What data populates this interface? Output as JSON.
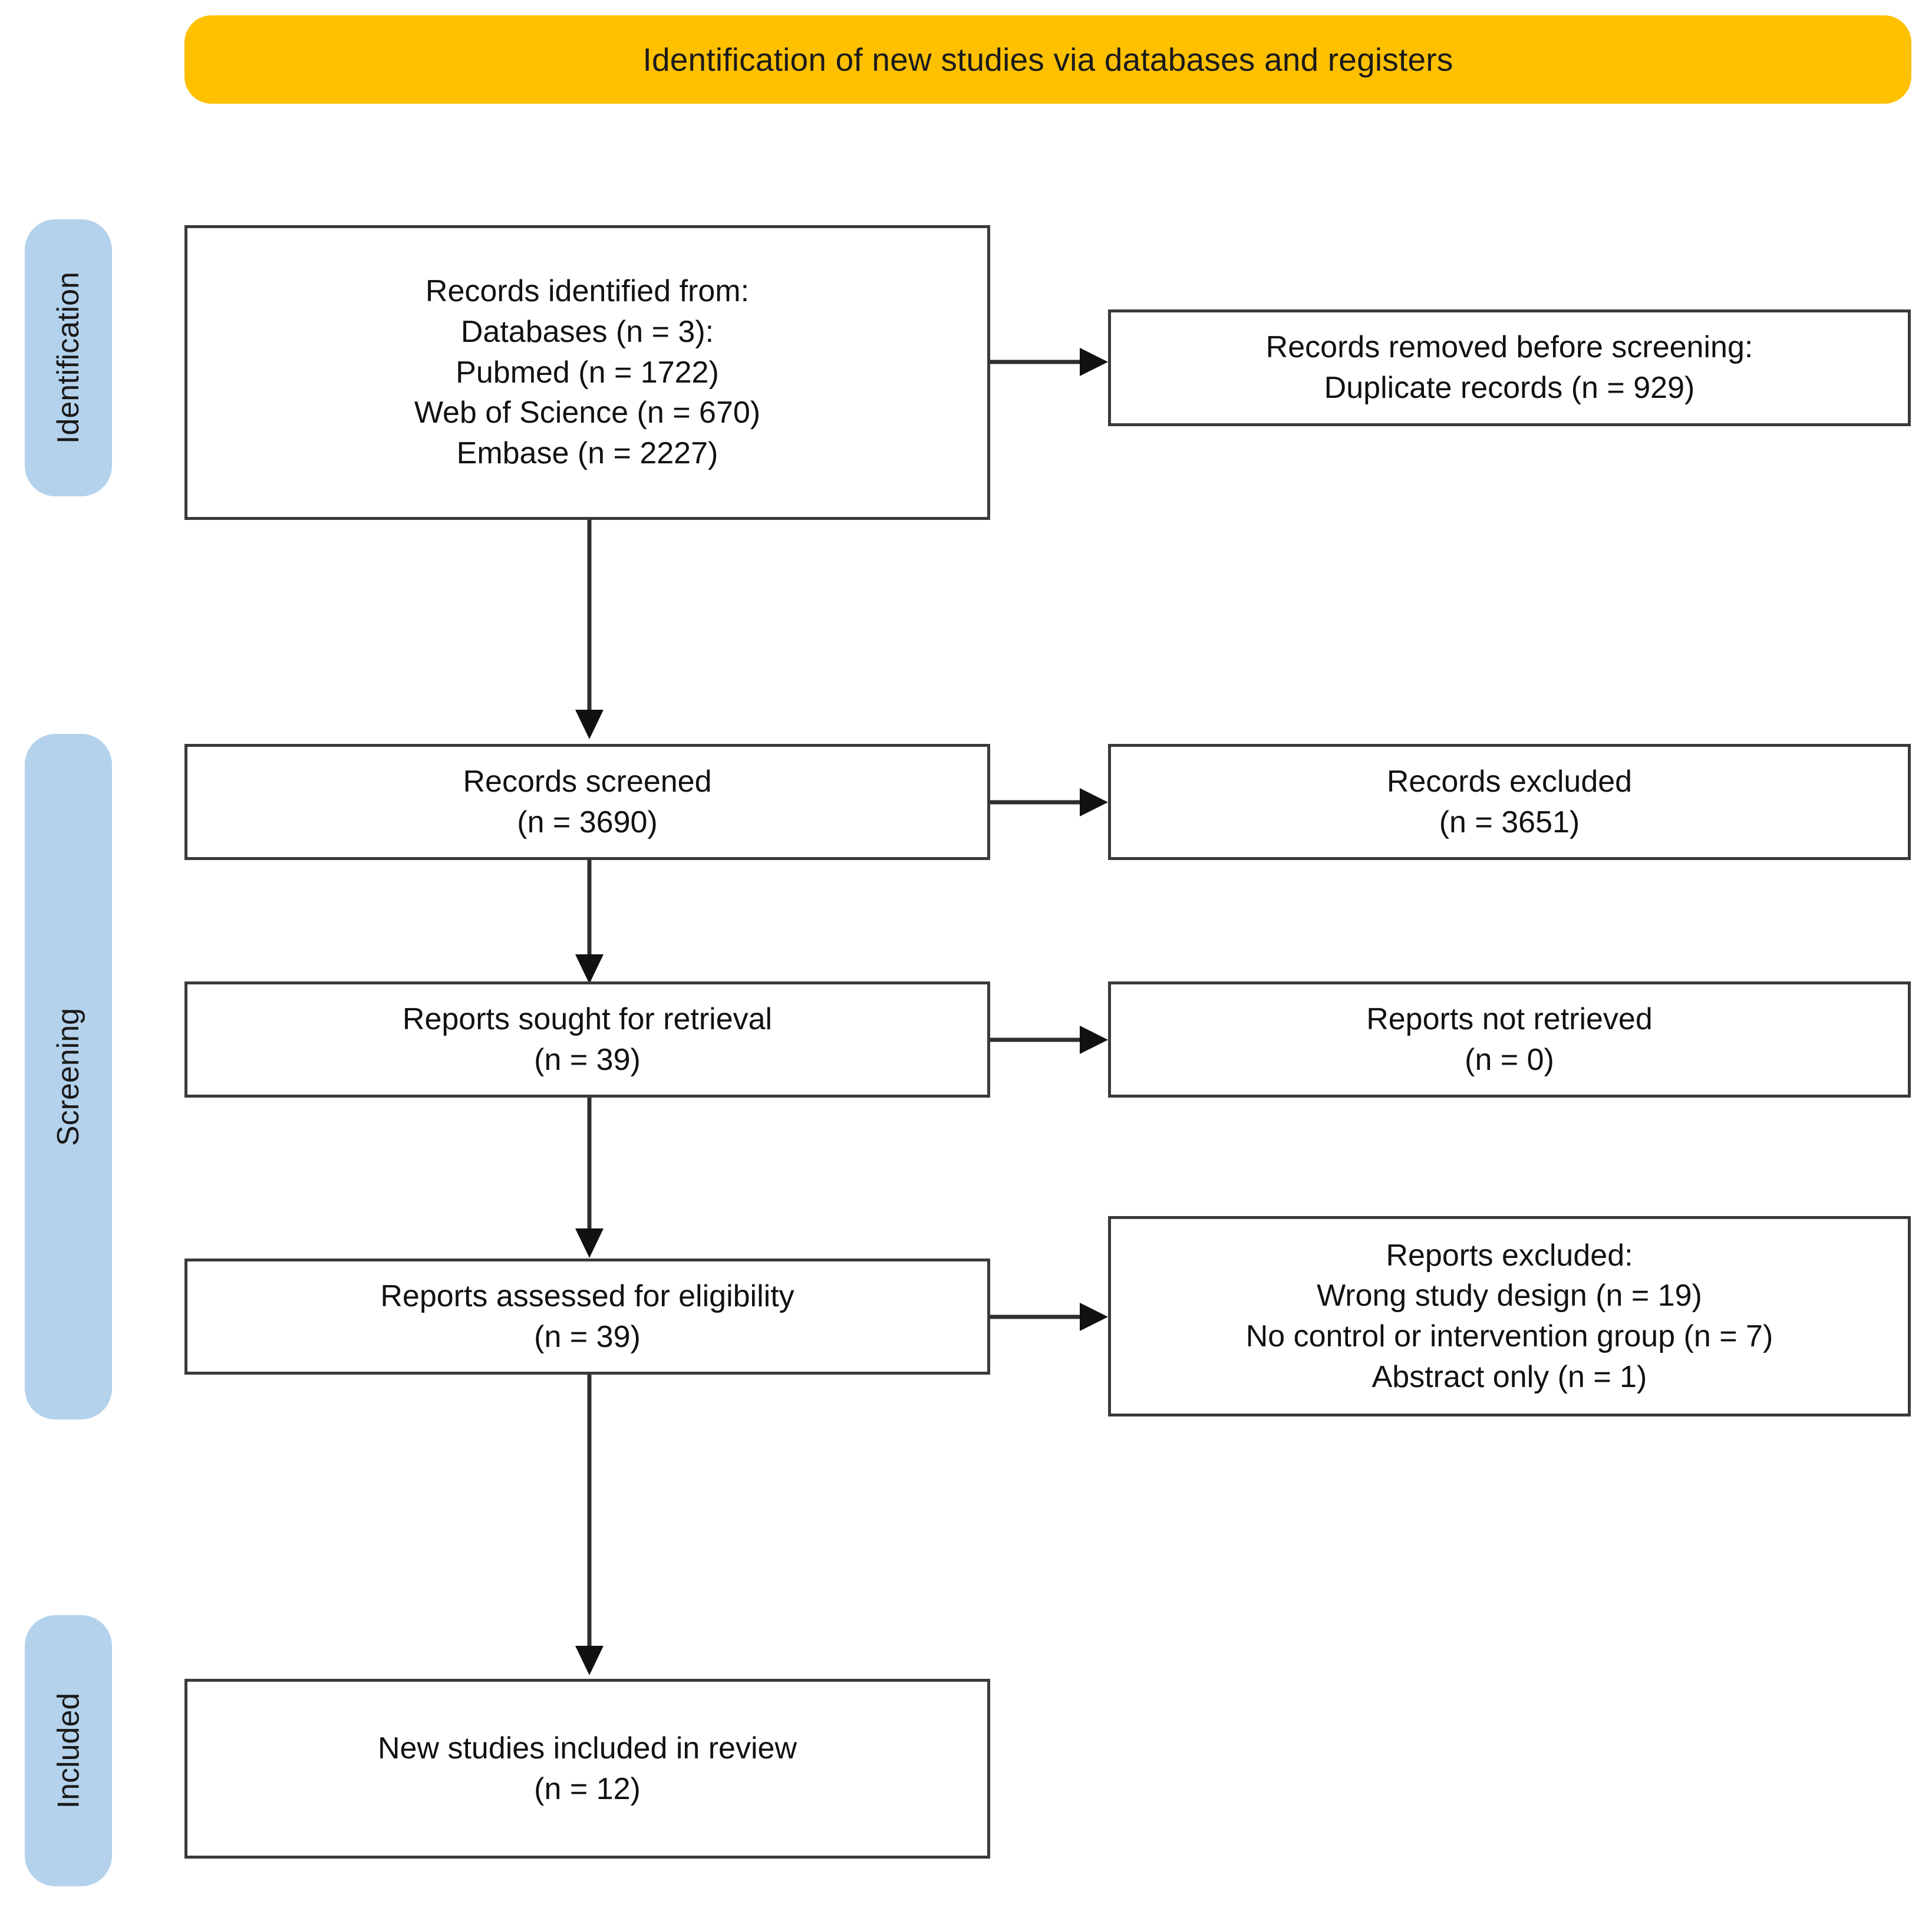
{
  "diagram": {
    "type": "prisma-flow-diagram",
    "title": "Identification of new studies via databases and registers"
  },
  "banner": {
    "label": "Identification of new studies via databases and registers",
    "color": "#FFC000"
  },
  "stages": [
    {
      "id": "identification",
      "label": "Identification",
      "color": "#B4D2EC"
    },
    {
      "id": "screening",
      "label": "Screening",
      "color": "#B4D2EC"
    },
    {
      "id": "included",
      "label": "Included",
      "color": "#B4D2EC"
    }
  ],
  "boxes": {
    "records_identified": {
      "text": "Records identified from:\nDatabases (n = 3):\nPubmed (n = 1722)\nWeb of Science (n = 670)\nEmbase (n = 2227)",
      "lines": [
        "Records identified from:",
        "Databases (n = 3):",
        "Pubmed (n = 1722)",
        "Web of Science (n = 670)",
        "Embase (n = 2227)"
      ],
      "counts": {
        "databases": 3,
        "pubmed": 1722,
        "web_of_science": 670,
        "embase": 2227
      }
    },
    "records_removed": {
      "text": "Records removed before screening:\nDuplicate records (n = 929)",
      "lines": [
        "Records removed before screening:",
        "Duplicate records (n = 929)"
      ],
      "counts": {
        "duplicate_records": 929
      }
    },
    "records_screened": {
      "text": "Records screened\n(n = 3690)",
      "lines": [
        "Records screened",
        "(n = 3690)"
      ],
      "counts": {
        "n": 3690
      }
    },
    "records_excluded": {
      "text": "Records excluded\n(n = 3651)",
      "lines": [
        "Records excluded",
        "(n = 3651)"
      ],
      "counts": {
        "n": 3651
      }
    },
    "reports_sought": {
      "text": "Reports sought for retrieval\n(n = 39)",
      "lines": [
        "Reports sought for retrieval",
        "(n = 39)"
      ],
      "counts": {
        "n": 39
      }
    },
    "reports_not_retrieved": {
      "text": "Reports not retrieved\n(n = 0)",
      "lines": [
        "Reports not retrieved",
        "(n = 0)"
      ],
      "counts": {
        "n": 0
      }
    },
    "reports_assessed": {
      "text": "Reports assessed for eligibility\n(n = 39)",
      "lines": [
        "Reports assessed for eligibility",
        "(n = 39)"
      ],
      "counts": {
        "n": 39
      }
    },
    "reports_excluded": {
      "text": "Reports excluded:\nWrong study design (n = 19)\nNo control or intervention group (n = 7)\nAbstract only (n = 1)",
      "lines": [
        "Reports excluded:",
        "Wrong study design (n = 19)",
        "No control or intervention group (n = 7)",
        "Abstract only (n = 1)"
      ],
      "counts": {
        "wrong_study_design": 19,
        "no_control_or_intervention_group": 7,
        "abstract_only": 1
      }
    },
    "studies_included": {
      "text": "New studies included in review\n(n = 12)",
      "lines": [
        "New studies included in review",
        "(n = 12)"
      ],
      "counts": {
        "n": 12
      }
    }
  },
  "connectors": [
    {
      "id": "identified-to-removed",
      "from": "records_identified",
      "to": "records_removed",
      "direction": "horizontal"
    },
    {
      "id": "identified-to-screened",
      "from": "records_identified",
      "to": "records_screened",
      "direction": "vertical"
    },
    {
      "id": "screened-to-excluded",
      "from": "records_screened",
      "to": "records_excluded",
      "direction": "horizontal"
    },
    {
      "id": "screened-to-sought",
      "from": "records_screened",
      "to": "reports_sought",
      "direction": "vertical"
    },
    {
      "id": "sought-to-notretrieved",
      "from": "reports_sought",
      "to": "reports_not_retrieved",
      "direction": "horizontal"
    },
    {
      "id": "sought-to-assessed",
      "from": "reports_sought",
      "to": "reports_assessed",
      "direction": "vertical"
    },
    {
      "id": "assessed-to-excluded",
      "from": "reports_assessed",
      "to": "reports_excluded",
      "direction": "horizontal"
    },
    {
      "id": "assessed-to-included",
      "from": "reports_assessed",
      "to": "studies_included",
      "direction": "vertical"
    }
  ]
}
